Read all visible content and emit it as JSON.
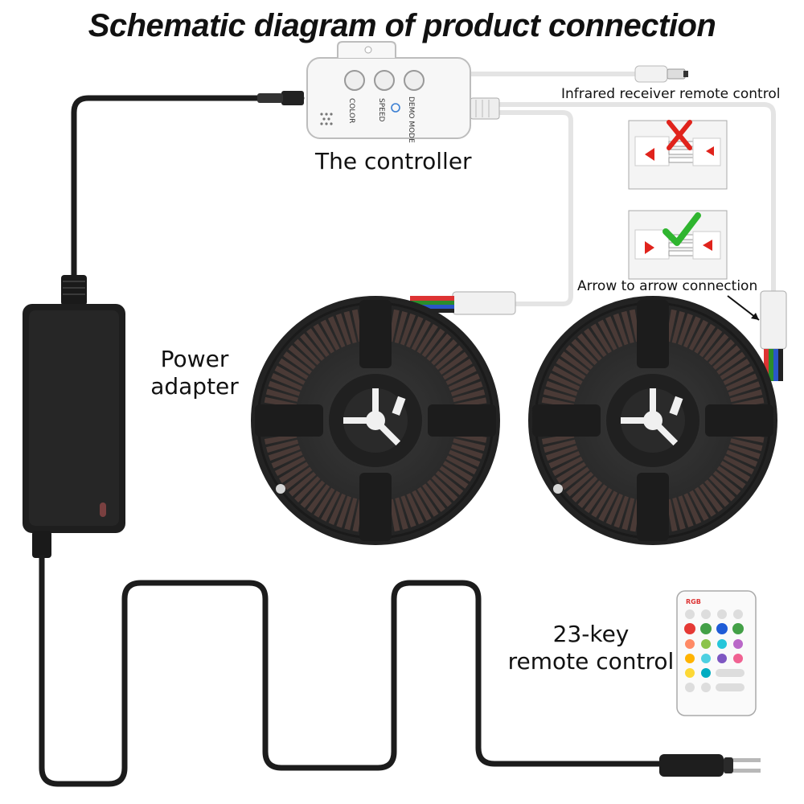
{
  "title": "Schematic diagram of product connection",
  "labels": {
    "controller": "The controller",
    "infrared": "Infrared receiver remote control",
    "arrow_connection": "Arrow to arrow connection",
    "power_line1": "Power",
    "power_line2": "adapter",
    "remote_line1": "23-key",
    "remote_line2": "remote control"
  },
  "controller_buttons": [
    "DEMO MODE",
    "SPEED",
    "COLOR"
  ],
  "remote_brand": "RGB",
  "colors": {
    "cable_black": "#1c1c1c",
    "cable_white": "#e4e4e4",
    "reel": "#2c2c2c",
    "wrong_mark": "#e0231c",
    "right_mark": "#2fb52f"
  }
}
